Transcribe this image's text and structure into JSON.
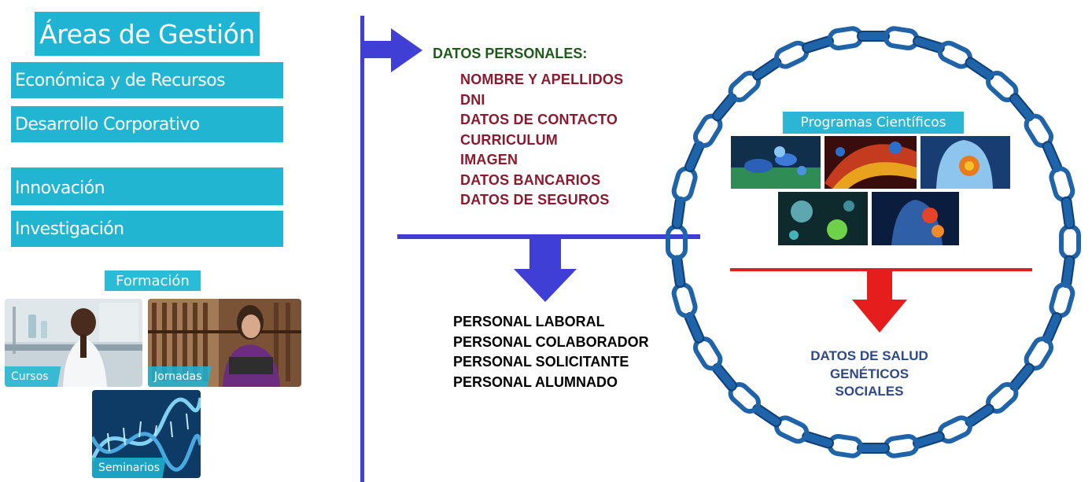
{
  "left_panel": {
    "title": "Áreas de Gestión",
    "areas": [
      {
        "label": "Económica y de Recursos"
      },
      {
        "label": "Desarrollo Corporativo"
      },
      {
        "label": "Innovación"
      },
      {
        "label": "Investigación"
      }
    ],
    "formacion": {
      "title": "Formación",
      "cards": [
        {
          "label": "Cursos"
        },
        {
          "label": "Jornadas"
        },
        {
          "label": "Seminarios"
        }
      ]
    }
  },
  "middle": {
    "datos_title": "DATOS PERSONALES:",
    "datos_items": [
      "NOMBRE Y APELLIDOS",
      "DNI",
      "DATOS DE CONTACTO",
      "CURRICULUM",
      "IMAGEN",
      "DATOS BANCARIOS",
      "DATOS DE SEGUROS"
    ],
    "personal_items": [
      "PERSONAL LABORAL",
      "PERSONAL COLABORADOR",
      "PERSONAL SOLICITANTE",
      "PERSONAL ALUMNADO"
    ]
  },
  "right": {
    "programs_title": "Programas Científicos",
    "salud_lines": [
      "DATOS DE SALUD",
      "GENÉTICOS",
      "SOCIALES"
    ]
  },
  "colors": {
    "accent_cyan": "#1fb4d3",
    "arrow_blue": "#3f3fd6",
    "arrow_red": "#e51d1d",
    "chain_blue": "#1f63a8",
    "datos_title_green": "#1f5a1a",
    "datos_items_maroon": "#8b1a2e",
    "salud_blue": "#2e4a86"
  }
}
